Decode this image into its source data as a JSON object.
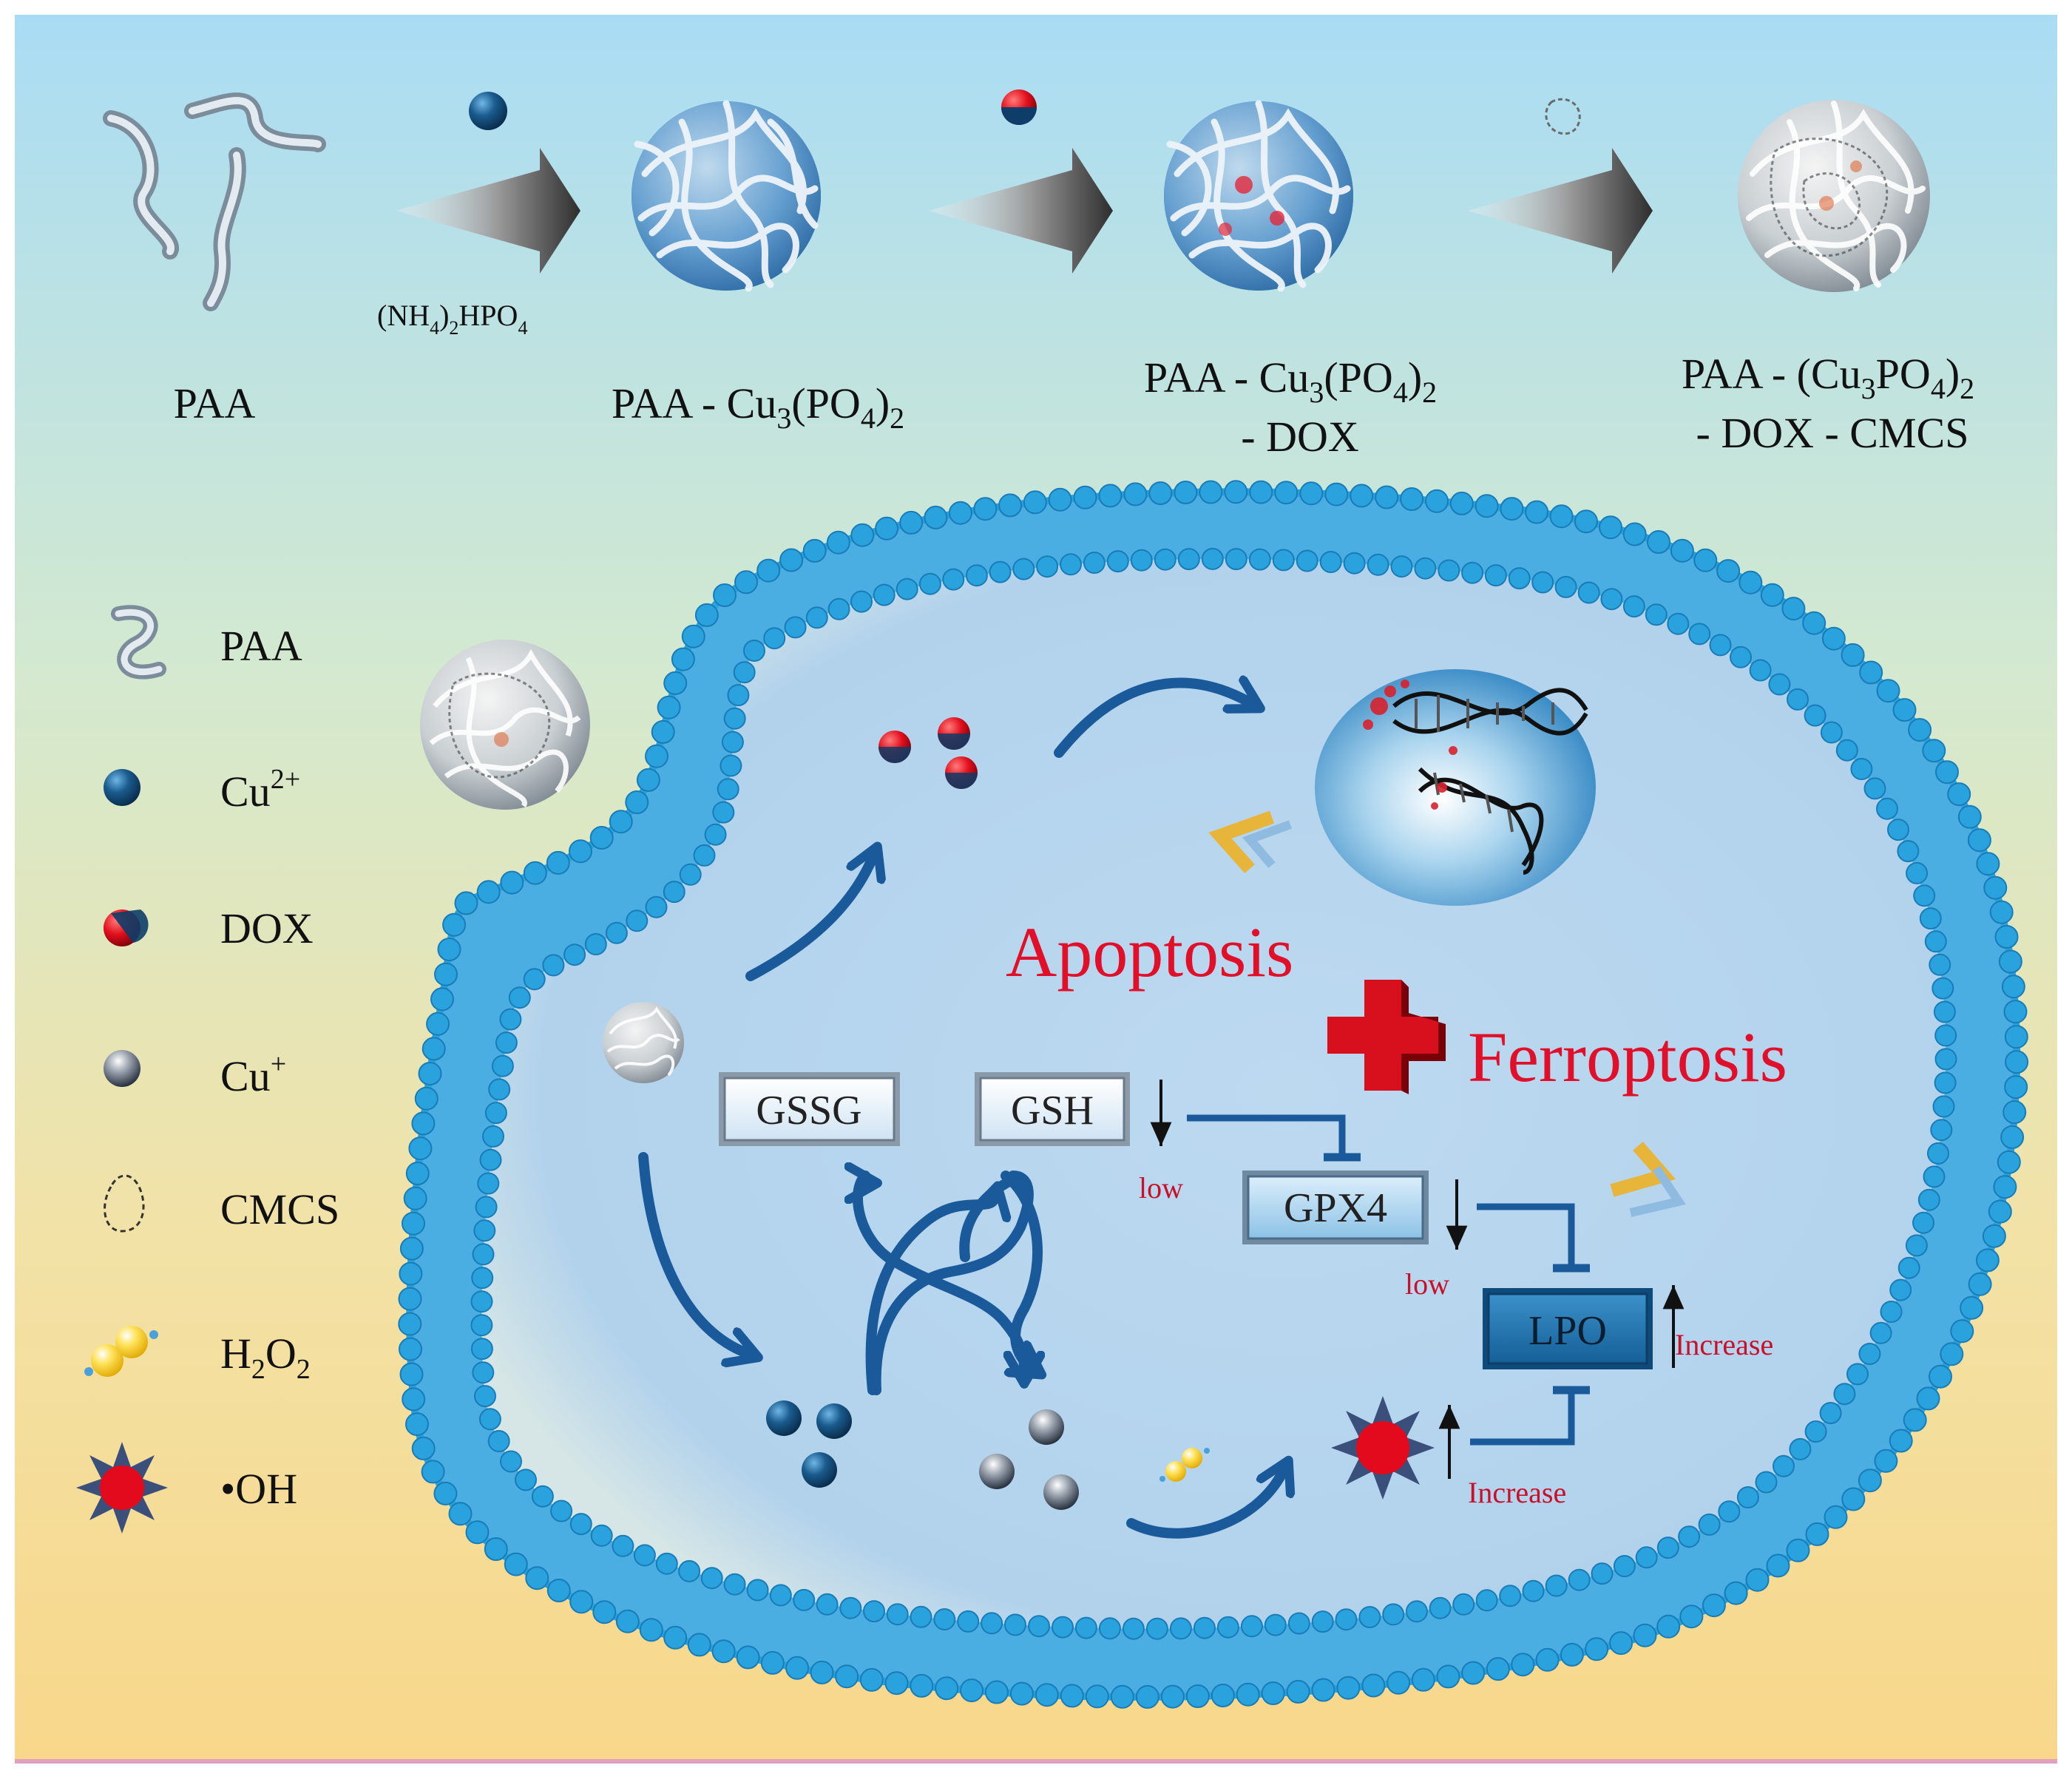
{
  "synthesis": {
    "reagent": [
      "(NH",
      "4",
      ")",
      "2",
      "HPO",
      "4"
    ],
    "stages": [
      {
        "line1": "PAA",
        "line2": ""
      },
      {
        "line1": [
          "PAA - Cu",
          "3",
          "(PO",
          "4",
          ")",
          "2"
        ],
        "line2": ""
      },
      {
        "line1": [
          "PAA - Cu",
          "3",
          "(PO",
          "4",
          ")",
          "2"
        ],
        "line2": "- DOX"
      },
      {
        "line1": [
          "PAA - (Cu",
          "3",
          "PO",
          "4",
          ")",
          "2"
        ],
        "line2": "- DOX - CMCS"
      }
    ]
  },
  "legend": {
    "items": [
      {
        "icon": "paa-chain-icon",
        "label": [
          "PAA"
        ]
      },
      {
        "icon": "cu2-sphere-icon",
        "label": [
          "Cu",
          "2+"
        ]
      },
      {
        "icon": "dox-sphere-icon",
        "label": [
          "DOX"
        ]
      },
      {
        "icon": "cu1-sphere-icon",
        "label": [
          "Cu",
          "+"
        ]
      },
      {
        "icon": "cmcs-ring-icon",
        "label": [
          "CMCS"
        ]
      },
      {
        "icon": "h2o2-icon",
        "label": [
          "H",
          "2",
          "O",
          "2"
        ]
      },
      {
        "icon": "hydroxyl-radical-icon",
        "label": [
          "•OH"
        ]
      }
    ]
  },
  "cell": {
    "apoptosis": "Apoptosis",
    "ferroptosis": "Ferroptosis",
    "boxes": {
      "gssg": "GSSG",
      "gsh": "GSH",
      "gpx4": "GPX4",
      "lpo": "LPO"
    },
    "notes": {
      "gsh_low": "low",
      "gpx4_low": "low",
      "lpo_increase": "Increase",
      "oh_increase": "Increase"
    }
  },
  "colors": {
    "bg_top": "#a9dcf4",
    "bg_mid": "#d9e8c6",
    "bg_bottom": "#f8d98a",
    "membrane_head": "#2aa2dd",
    "cell_fill": "#b3d3ec",
    "arrow_blue": "#1a5a9a",
    "accent_red": "#e0102a",
    "box_dark": "#1f6ea8",
    "bottom_rule": "#e0a0c0"
  }
}
